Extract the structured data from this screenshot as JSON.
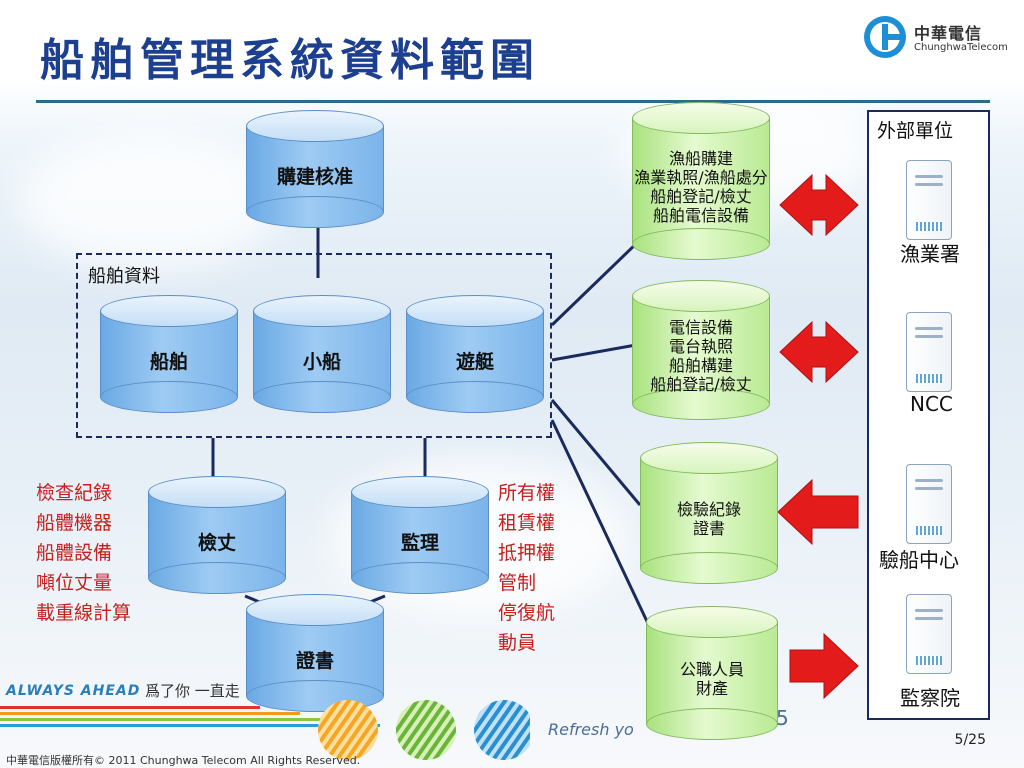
{
  "title": "船舶管理系統資料範圍",
  "logo": {
    "zh": "中華電信",
    "en": "ChunghwaTelecom"
  },
  "cylinders": {
    "approval": "購建核准",
    "ship": "船舶",
    "small_boat": "小船",
    "yacht": "遊艇",
    "inspection": "檢丈",
    "supervision": "監理",
    "certificate": "證書"
  },
  "ship_data_group_label": "船舶資料",
  "green_cylinders": [
    {
      "lines": [
        "漁船購建",
        "漁業執照/漁船處分",
        "船舶登記/檢丈",
        "船舶電信設備"
      ]
    },
    {
      "lines": [
        "電信設備",
        "電台執照",
        "船舶構建",
        "船舶登記/檢丈"
      ]
    },
    {
      "lines": [
        "檢驗紀錄",
        "證書"
      ]
    },
    {
      "lines": [
        "公職人員",
        "財產"
      ]
    }
  ],
  "inspection_items": "檢查紀錄\n船體機器\n船體設備\n噸位丈量\n載重線計算",
  "supervision_items": "所有權\n租賃權\n抵押權\n管制\n停復航\n動員",
  "external": {
    "title": "外部單位",
    "units": [
      "漁業署",
      "NCC",
      "驗船中心",
      "監察院"
    ]
  },
  "colors": {
    "arrow": "#e31b1b",
    "line": "#1b2a5c",
    "title": "#1d3f8f"
  },
  "footer": {
    "slogan": "ALWAYS AHEAD",
    "slogan_zh": "爲了你 一直走",
    "refresh": "Refresh yo",
    "ghost_num": "5",
    "page": "5/25",
    "copyright": "中華電信版權所有© 2011 Chunghwa Telecom All Rights Reserved."
  }
}
